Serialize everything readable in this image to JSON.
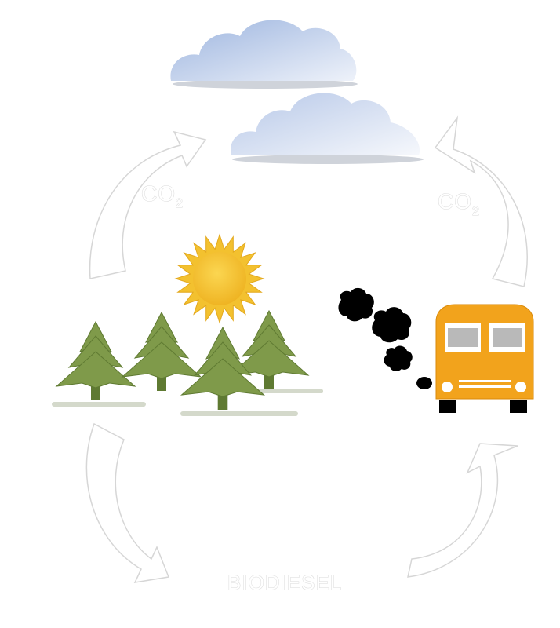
{
  "labels": {
    "co2_left": {
      "main": "CO",
      "sub": "2"
    },
    "co2_right": {
      "main": "CO",
      "sub": "2"
    },
    "biodiesel": "BIODIESEL"
  },
  "icons": [
    "cloud-icon",
    "sun-icon",
    "tree-icon",
    "bus-icon",
    "smoke-icon",
    "cycle-arrow-icon"
  ],
  "colors": {
    "cloud_light": "#dfe6f5",
    "cloud_dark": "#9fb6df",
    "sun": "#f5c531",
    "sun_shade": "#e6a517",
    "tree": "#7f9a4a",
    "tree_shade": "#5f7a32",
    "bus": "#f2a31c",
    "bus_window": "#b9b9b9",
    "smoke": "#000000",
    "arrow_outline": "#d6d6d6"
  }
}
